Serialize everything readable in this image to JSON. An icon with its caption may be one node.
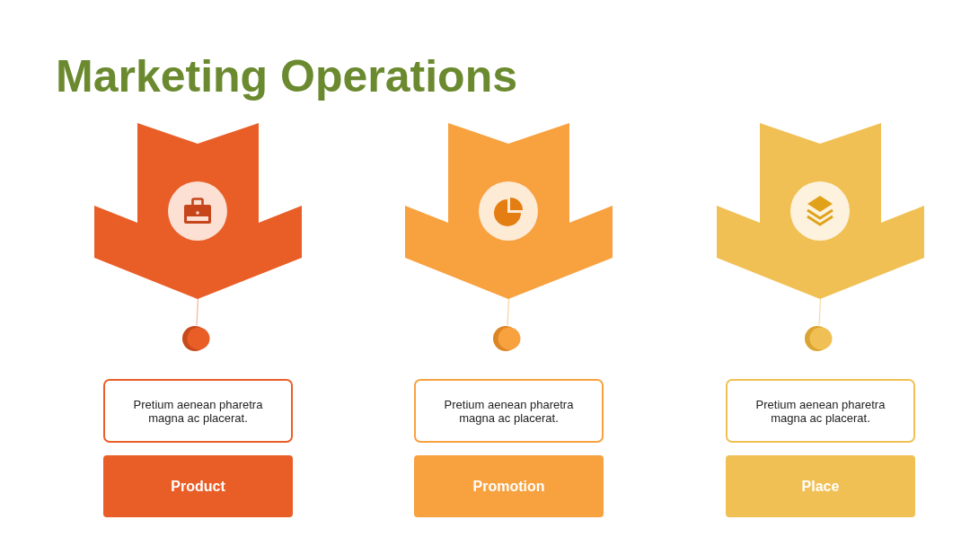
{
  "diagram": {
    "title": "Marketing Operations",
    "nodes": [
      {
        "text": [],
        "shape": "chevron"
      },
      {
        "text": [],
        "shape": "circle"
      },
      {
        "text": [
          "Pretium aenean pharetra magna ac placerat."
        ]
      },
      {
        "text": [
          "Product"
        ]
      },
      {
        "text": [],
        "shape": "chevron"
      },
      {
        "text": [],
        "shape": "circle"
      },
      {
        "text": [
          "Pretium aenean pharetra magna ac placerat."
        ]
      },
      {
        "text": [
          "Promotion"
        ]
      },
      {
        "text": [],
        "shape": "chevron"
      },
      {
        "text": [],
        "shape": "circle"
      },
      {
        "text": [
          "Pretium aenean pharetra magna ac placerat."
        ]
      },
      {
        "text": [
          "Place"
        ]
      }
    ],
    "edges": [
      {
        "from": 0,
        "to": 1,
        "arrow": "none",
        "color": "#f3b39a"
      },
      {
        "from": 4,
        "to": 5,
        "arrow": "none",
        "color": "#f9d0a0"
      },
      {
        "from": 8,
        "to": 9,
        "arrow": "none",
        "color": "#f5dc9c"
      }
    ]
  }
}
